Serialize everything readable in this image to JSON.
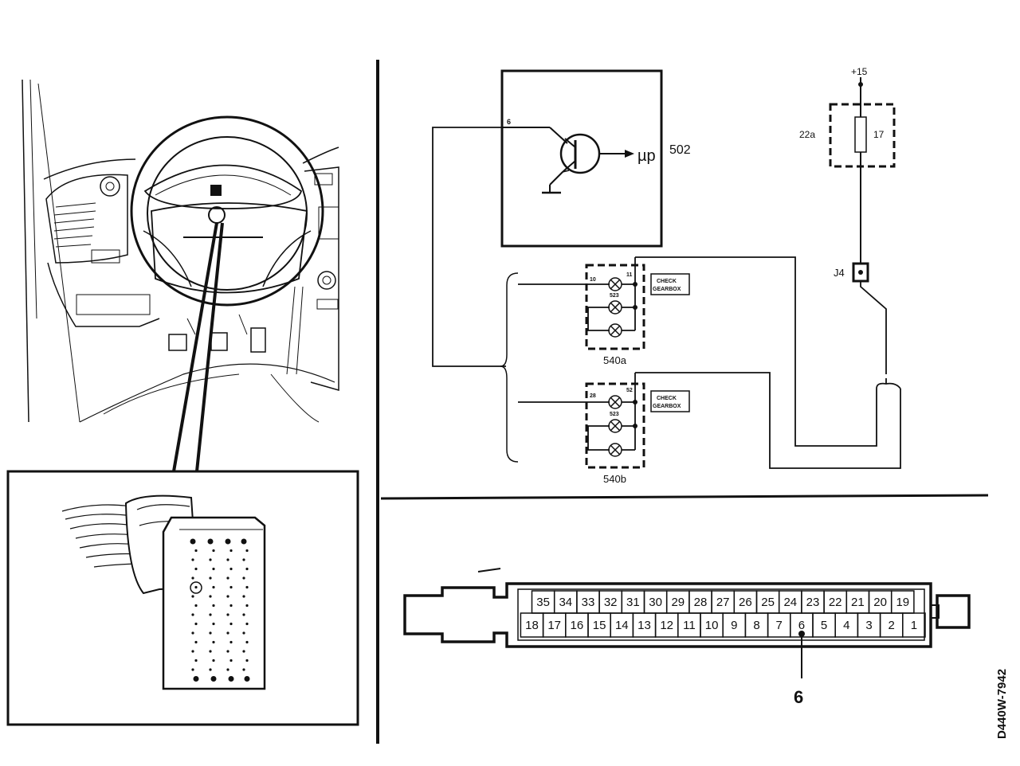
{
  "schematic": {
    "control_unit": {
      "id": "502",
      "pin": "6",
      "output": "µp"
    },
    "fuse": {
      "id": "22a",
      "value": "17",
      "supply": "+15"
    },
    "junction": {
      "id": "J4"
    },
    "panel_a": {
      "id": "540a",
      "pin_in": "10",
      "pin_out": "11",
      "bulb": "523",
      "lamp_line1": "CHECK",
      "lamp_line2": "GEARBOX"
    },
    "panel_b": {
      "id": "540b",
      "pin_in": "28",
      "pin_out": "52",
      "bulb": "523",
      "lamp_line1": "CHECK",
      "lamp_line2": "GEARBOX"
    }
  },
  "connector": {
    "top_row": [
      "35",
      "34",
      "33",
      "32",
      "31",
      "30",
      "29",
      "28",
      "27",
      "26",
      "25",
      "24",
      "23",
      "22",
      "21",
      "20",
      "19"
    ],
    "bottom_row": [
      "18",
      "17",
      "16",
      "15",
      "14",
      "13",
      "12",
      "11",
      "10",
      "9",
      "8",
      "7",
      "6",
      "5",
      "4",
      "3",
      "2",
      "1"
    ],
    "callout_pin": "6"
  },
  "figure_ref": "D440W-7942",
  "colors": {
    "ink": "#111111",
    "paper": "#ffffff"
  }
}
